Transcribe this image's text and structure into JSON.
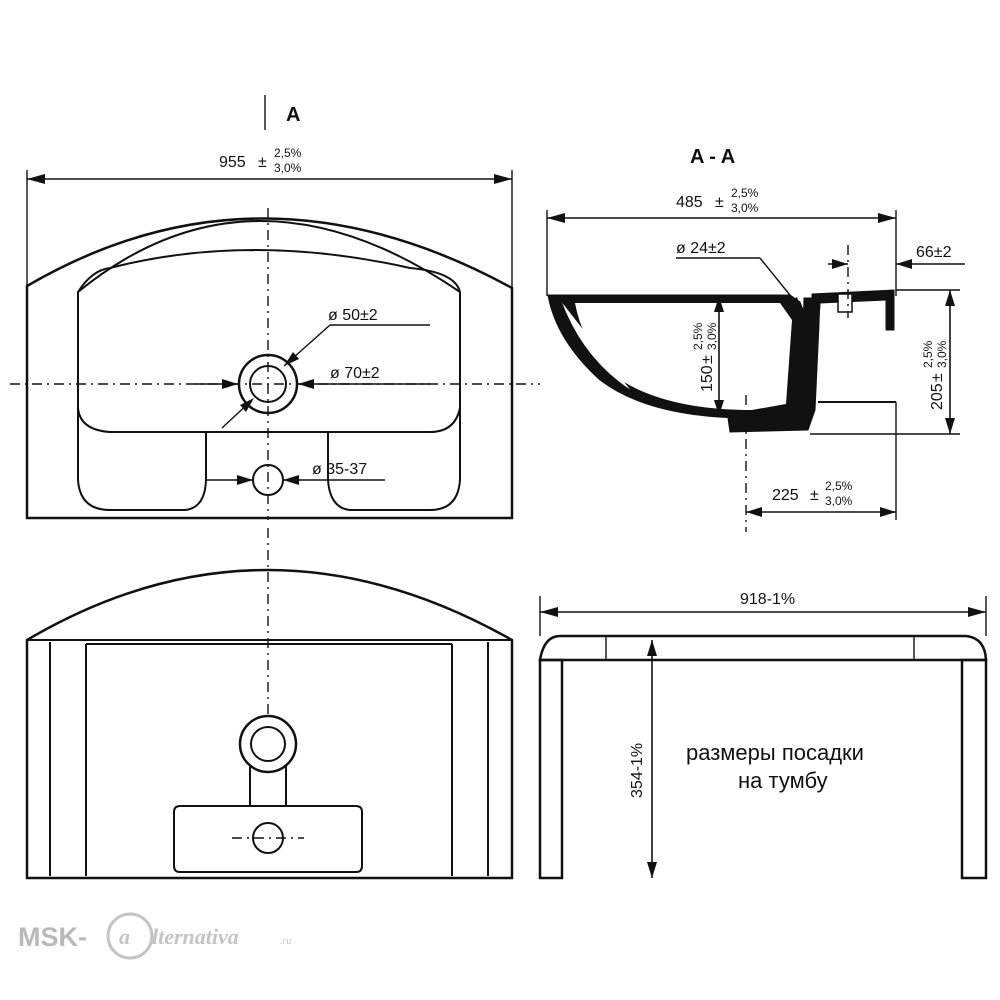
{
  "section_marker": "A",
  "section_title": "A - A",
  "top_view": {
    "overall_width": {
      "base": "955",
      "pm": "±",
      "upper": "2,5%",
      "lower": "3,0%"
    },
    "hole_50": "ø 50±2",
    "hole_70": "ø 70±2",
    "hole_overflow": "ø 35-37"
  },
  "section_view": {
    "depth": {
      "base": "485",
      "pm": "±",
      "upper": "2,5%",
      "lower": "3,0%"
    },
    "overflow_dia": "ø 24±2",
    "rim_offset": "66±2",
    "bowl_depth": {
      "base": "150",
      "pm": "±",
      "upper": "2,5%",
      "lower": "3,0%"
    },
    "total_height": {
      "base": "205",
      "pm": "±",
      "upper": "2,5%",
      "lower": "3,0%"
    },
    "drain_offset": {
      "base": "225",
      "pm": "±",
      "upper": "2,5%",
      "lower": "3,0%"
    }
  },
  "mount_view": {
    "width": "918-1%",
    "height": "354-1%",
    "note_line1": "размеры посадки",
    "note_line2": "на тумбу"
  },
  "watermark": {
    "part1": "MSK-",
    "part2": "lternativa",
    "part3": ".ru"
  }
}
